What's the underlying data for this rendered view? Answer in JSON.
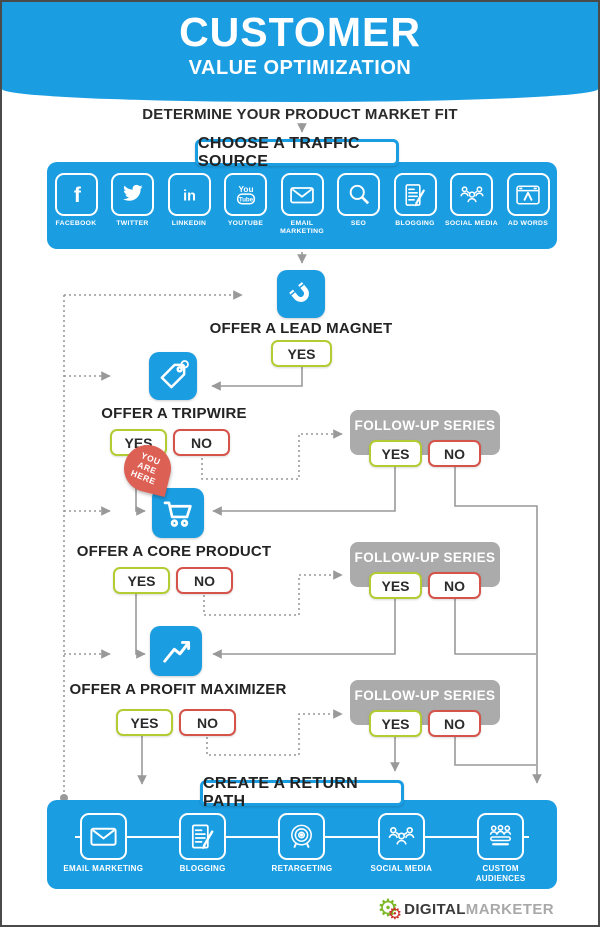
{
  "header": {
    "title": "CUSTOMER",
    "subtitle": "VALUE OPTIMIZATION"
  },
  "determine_label": "DETERMINE YOUR PRODUCT MARKET FIT",
  "traffic": {
    "title": "CHOOSE A TRAFFIC SOURCE",
    "sources": [
      {
        "label": "FACEBOOK",
        "icon": "facebook-icon"
      },
      {
        "label": "TWITTER",
        "icon": "twitter-icon"
      },
      {
        "label": "LINKEDIN",
        "icon": "linkedin-icon"
      },
      {
        "label": "YOUTUBE",
        "icon": "youtube-icon"
      },
      {
        "label": "EMAIL MARKETING",
        "icon": "envelope-icon"
      },
      {
        "label": "SEO",
        "icon": "magnifier-icon"
      },
      {
        "label": "BLOGGING",
        "icon": "blog-pencil-icon"
      },
      {
        "label": "SOCIAL MEDIA",
        "icon": "people-network-icon"
      },
      {
        "label": "AD WORDS",
        "icon": "adwords-window-icon"
      }
    ]
  },
  "icon_glyphs": {
    "facebook": "f",
    "linkedin": "in",
    "youtube_top": "You",
    "youtube_bottom": "Tube"
  },
  "offers": {
    "lead_magnet": {
      "label": "OFFER A LEAD MAGNET",
      "yes": "YES"
    },
    "tripwire": {
      "label": "OFFER A TRIPWIRE",
      "yes": "YES",
      "no": "NO"
    },
    "core_product": {
      "label": "OFFER A CORE PRODUCT",
      "yes": "YES",
      "no": "NO"
    },
    "profit_maximizer": {
      "label": "OFFER A PROFIT MAXIMIZER",
      "yes": "YES",
      "no": "NO"
    }
  },
  "followups": [
    {
      "title": "FOLLOW-UP SERIES",
      "yes": "YES",
      "no": "NO"
    },
    {
      "title": "FOLLOW-UP SERIES",
      "yes": "YES",
      "no": "NO"
    },
    {
      "title": "FOLLOW-UP SERIES",
      "yes": "YES",
      "no": "NO"
    }
  ],
  "pin": {
    "lines": [
      "YOU",
      "ARE",
      "HERE"
    ]
  },
  "return_path": {
    "title": "CREATE A RETURN PATH",
    "channels": [
      {
        "label": "EMAIL MARKETING",
        "icon": "envelope-icon"
      },
      {
        "label": "BLOGGING",
        "icon": "blog-pencil-icon"
      },
      {
        "label": "RETARGETING",
        "icon": "target-icon"
      },
      {
        "label": "SOCIAL MEDIA",
        "icon": "people-network-icon"
      },
      {
        "label": "CUSTOM AUDIENCES",
        "icon": "audience-group-icon"
      }
    ]
  },
  "logo": {
    "bold": "DIGITAL",
    "light": "MARKETER"
  },
  "colors": {
    "brand_blue": "#1b9de2",
    "yes_green": "#b2cc34",
    "no_red": "#d6534a",
    "followup_gray": "#ababab",
    "connector_gray": "#999999",
    "pin_red": "#dc6054"
  }
}
